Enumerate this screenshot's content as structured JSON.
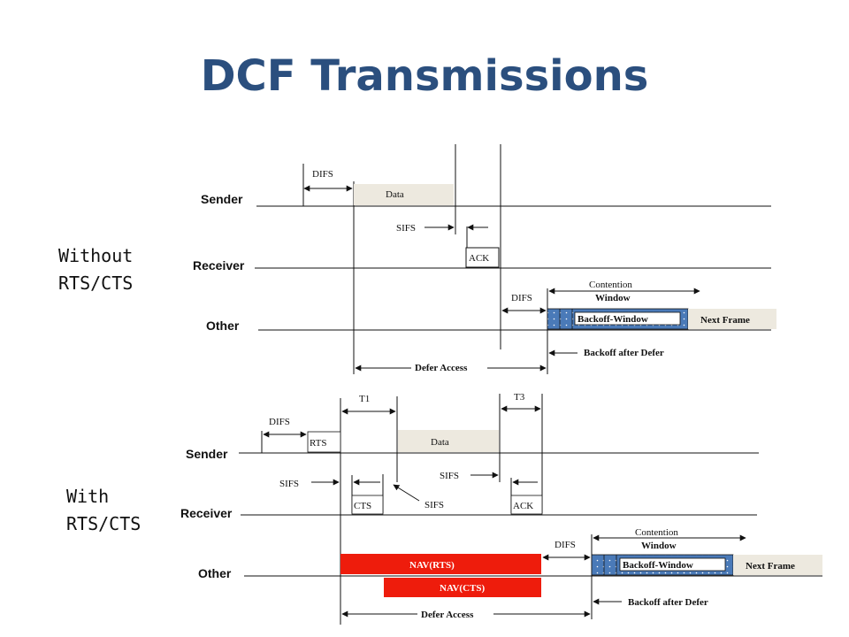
{
  "title": "DCF Transmissions",
  "sections": {
    "without": {
      "label_line1": "Without",
      "label_line2": "RTS/CTS"
    },
    "with": {
      "label_line1": "With",
      "label_line2": "RTS/CTS"
    }
  },
  "rows": {
    "sender": "Sender",
    "receiver": "Receiver",
    "other": "Other"
  },
  "labels": {
    "difs": "DIFS",
    "sifs": "SIFS",
    "data": "Data",
    "ack": "ACK",
    "rts": "RTS",
    "cts": "CTS",
    "contention_line1": "Contention",
    "contention_line2": "Window",
    "backoff_window": "Backoff-Window",
    "next_frame": "Next Frame",
    "backoff_after_defer": "Backoff after Defer",
    "defer_access": "Defer Access",
    "t1": "T1",
    "t3": "T3",
    "nav_rts": "NAV(RTS)",
    "nav_cts": "NAV(CTS)"
  },
  "colors": {
    "title": "#2b4f7e",
    "backoff_blue": "#4a7ab8",
    "nav_red": "#ee1c0c",
    "frame_beige": "#ede9df"
  }
}
